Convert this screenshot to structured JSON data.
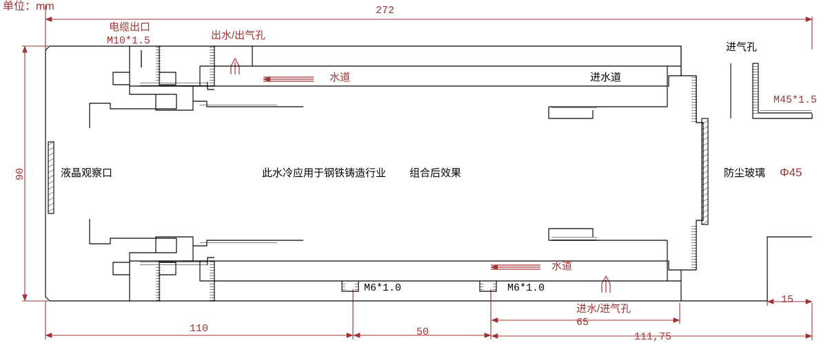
{
  "drawing": {
    "units_note": "单位：mm",
    "colors": {
      "dimension": "#a33232",
      "outline": "#000000",
      "background": "#ffffff"
    },
    "annotations": {
      "cable_outlet": "电缆出口",
      "cable_outlet_thread": "M10*1.5",
      "water_air_outlet": "出水/出气孔",
      "water_channel_top": "水道",
      "water_inlet_channel": "进水道",
      "air_inlet": "进气孔",
      "big_thread": "M45*1.5",
      "dust_glass": "防尘玻璃",
      "dust_glass_dia": "Φ45",
      "lcd_window": "液晶观察口",
      "note_industry": "此水冷应用于钢铁铸造行业",
      "note_assembly": "组合后效果",
      "water_channel_bottom": "水道",
      "m6_left": "M6*1.0",
      "m6_right": "M6*1.0",
      "water_air_inlet": "进水/进气孔"
    },
    "dimensions": {
      "overall_length": "272",
      "overall_height": "90",
      "dim_110": "110",
      "dim_50": "50",
      "dim_65": "65",
      "dim_111_75": "111,75",
      "dim_15": "15"
    }
  }
}
